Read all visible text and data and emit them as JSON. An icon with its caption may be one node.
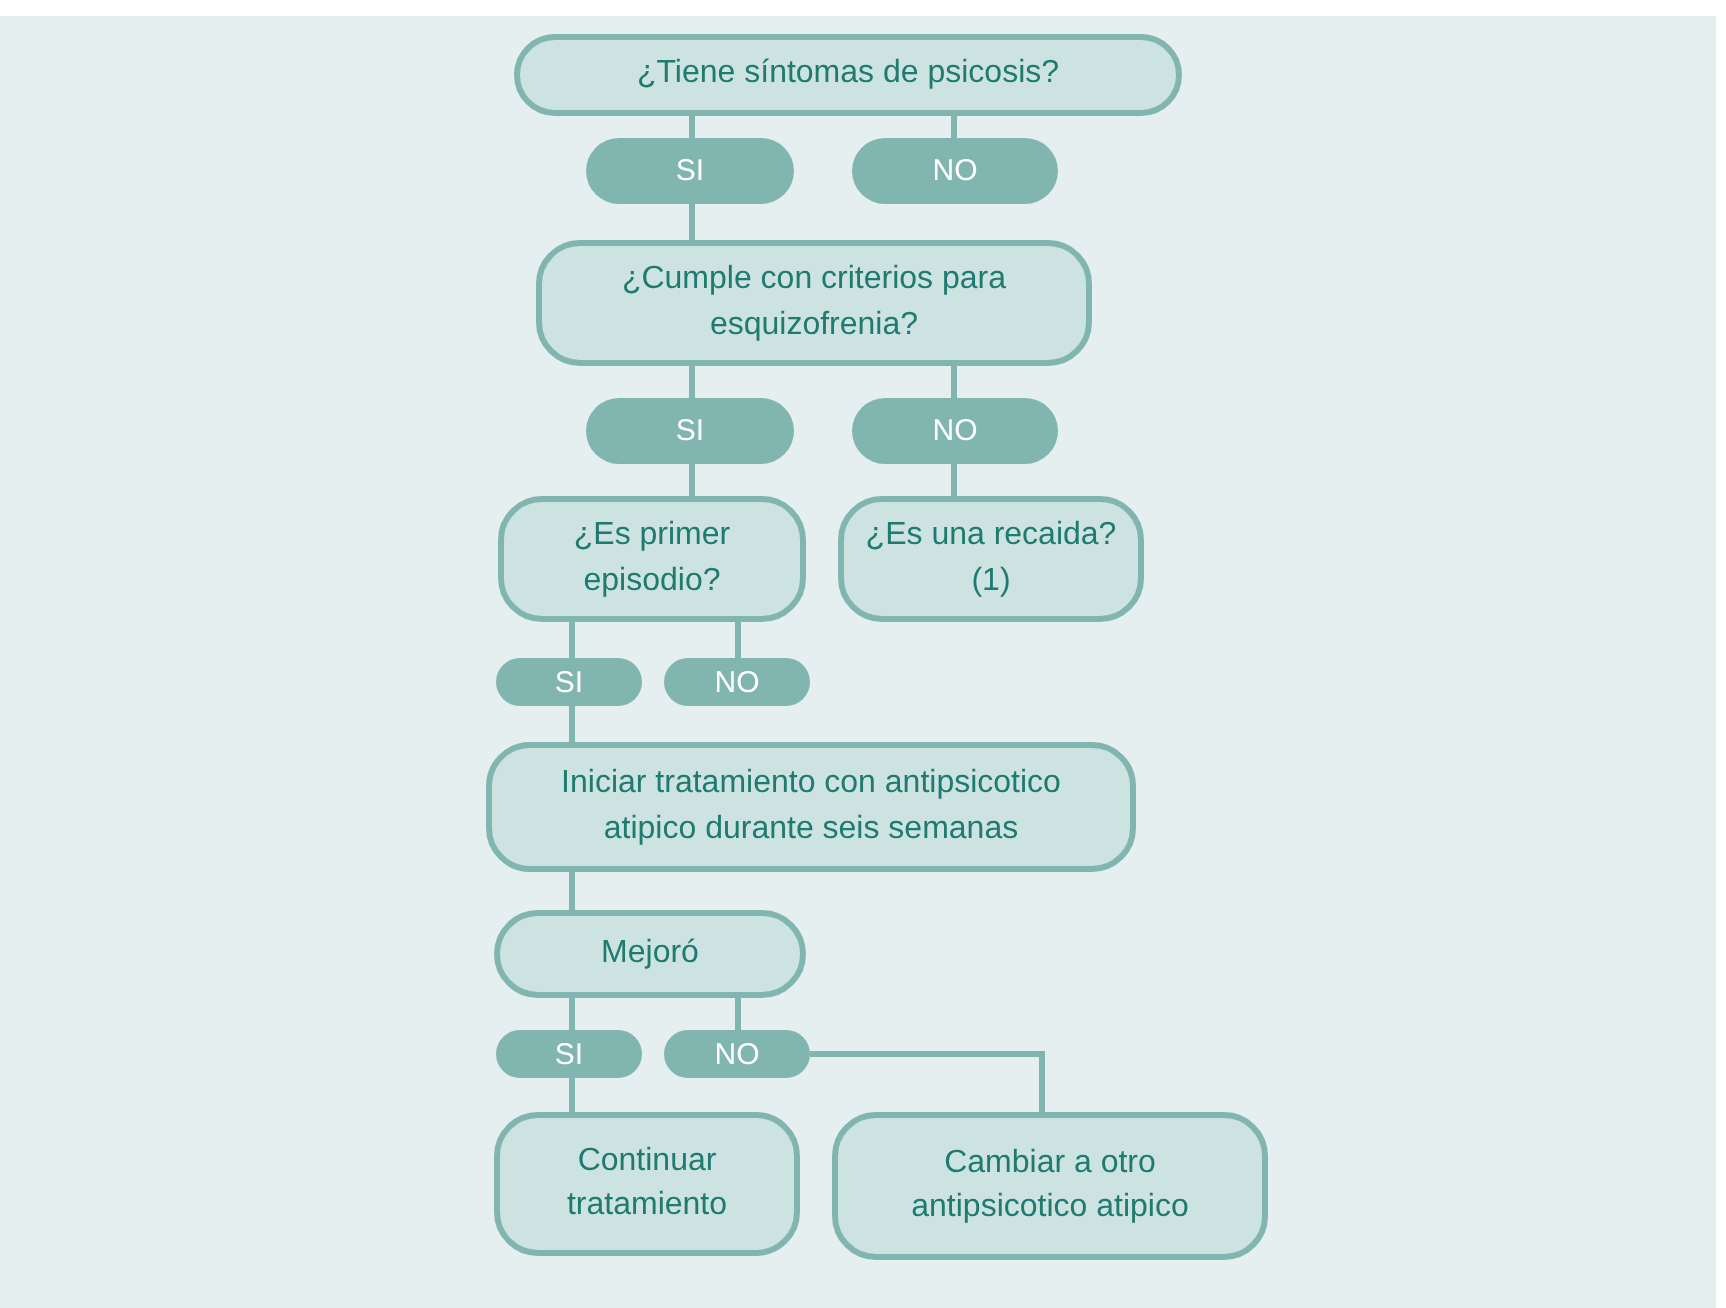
{
  "diagram": {
    "nodes": [
      {
        "text": [
          "¿Tiene síntomas de psicosis?"
        ]
      },
      {
        "text": [
          "SI"
        ]
      },
      {
        "text": [
          "NO"
        ]
      },
      {
        "text": [
          "¿Cumple con criterios para esquizofrenia?"
        ]
      },
      {
        "text": [
          "SI"
        ]
      },
      {
        "text": [
          "NO"
        ]
      },
      {
        "text": [
          "¿Es primer episodio?"
        ]
      },
      {
        "text": [
          "¿Es una recaida? (1)"
        ]
      },
      {
        "text": [
          "SI"
        ]
      },
      {
        "text": [
          "NO"
        ]
      },
      {
        "text": [
          "Iniciar tratamiento con antipsicotico atipico durante seis semanas"
        ]
      },
      {
        "text": [
          "Mejoró"
        ]
      },
      {
        "text": [
          "SI"
        ]
      },
      {
        "text": [
          "NO"
        ]
      },
      {
        "text": [
          "Continuar tratamiento"
        ]
      },
      {
        "text": [
          "Cambiar a otro antipsicotico atipico"
        ]
      }
    ],
    "edges": [
      {
        "from": 0,
        "to": 1,
        "arrow": "none"
      },
      {
        "from": 0,
        "to": 2,
        "arrow": "none"
      },
      {
        "from": 1,
        "to": 3,
        "arrow": "none"
      },
      {
        "from": 3,
        "to": 4,
        "arrow": "none"
      },
      {
        "from": 3,
        "to": 5,
        "arrow": "none"
      },
      {
        "from": 4,
        "to": 6,
        "arrow": "none"
      },
      {
        "from": 5,
        "to": 7,
        "arrow": "none"
      },
      {
        "from": 6,
        "to": 8,
        "arrow": "none"
      },
      {
        "from": 6,
        "to": 9,
        "arrow": "none"
      },
      {
        "from": 8,
        "to": 10,
        "arrow": "none"
      },
      {
        "from": 10,
        "to": 11,
        "arrow": "none"
      },
      {
        "from": 11,
        "to": 12,
        "arrow": "none"
      },
      {
        "from": 11,
        "to": 13,
        "arrow": "none"
      },
      {
        "from": 12,
        "to": 14,
        "arrow": "none"
      },
      {
        "from": 13,
        "to": 15,
        "arrow": "none"
      }
    ]
  }
}
